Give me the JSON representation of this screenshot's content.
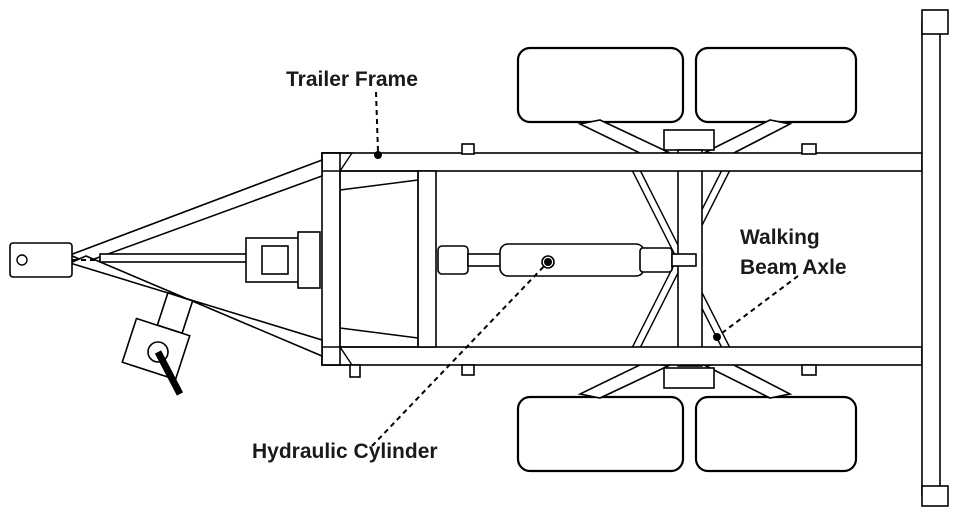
{
  "labels": {
    "trailer_frame": "Trailer Frame",
    "walking_beam_line1": "Walking",
    "walking_beam_line2": "Beam Axle",
    "hydraulic_cylinder": "Hydraulic Cylinder"
  },
  "colors": {
    "line": "#000000",
    "background": "#ffffff",
    "text": "#1a1a1a"
  }
}
